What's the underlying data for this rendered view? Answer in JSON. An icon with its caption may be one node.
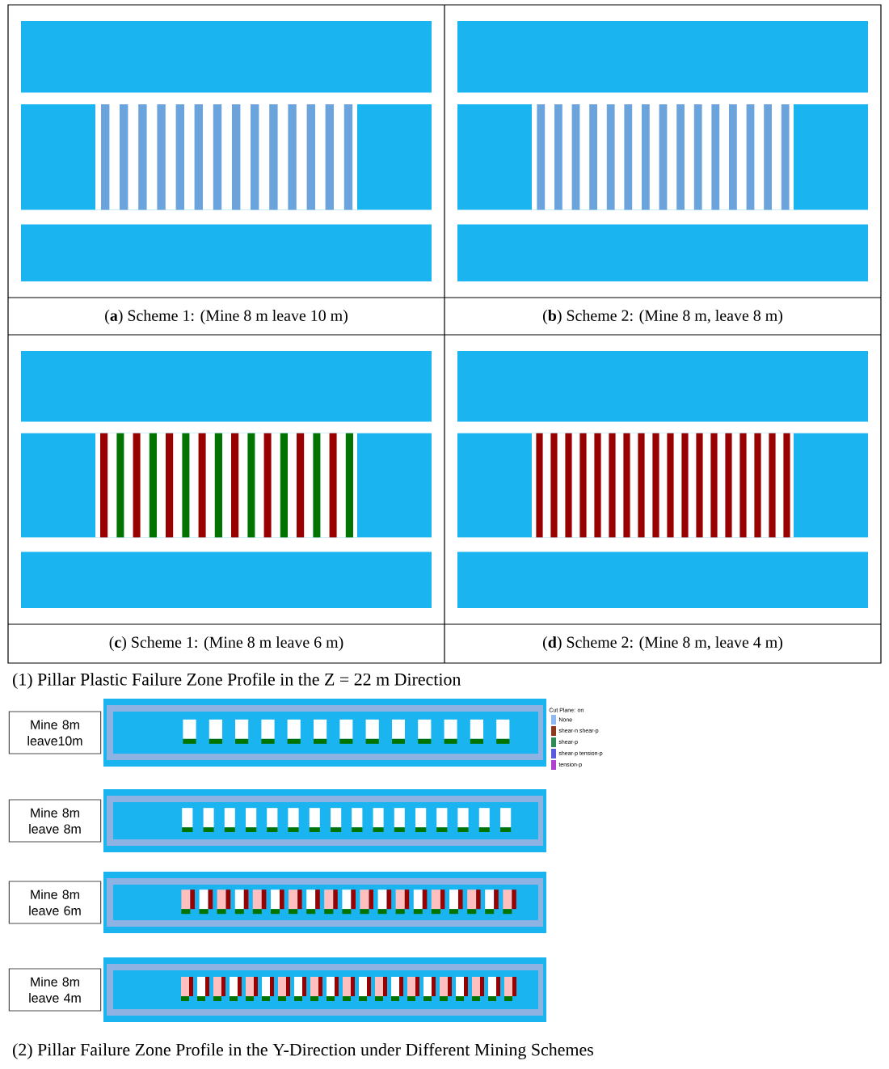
{
  "diagram": {
    "nodes": [
      {
        "text": [
          "Mine 8m leave10m"
        ]
      },
      {
        "text": [
          "Mine 8m leave 8m"
        ]
      },
      {
        "text": [
          "Mine 8m leave 6m"
        ]
      },
      {
        "text": [
          "Mine 8m leave 4m"
        ]
      }
    ],
    "labels": [
      "(**a**) Scheme 1: (Mine 8 m leave 10 m)",
      "(**b**) Scheme 2: (Mine 8 m, leave 8 m)",
      "(**c**) Scheme 1: (Mine 8 m leave 6 m)",
      "(**d**) Scheme 2: (Mine 8 m, leave 4 m)",
      "(1) Pillar Plastic Failure Zone Profile in the Z = 22 m Direction",
      "Cut Plane: on",
      "(2) Pillar Failure Zone Profile in the Y-Direction under Different Mining Schemes"
    ],
    "legend": [
      {
        "text": "None",
        "color": "#8fb8f0"
      },
      {
        "text": "shear-n shear-p",
        "color": "#8b3a1a"
      },
      {
        "text": "shear-p",
        "color": "#2e8b57"
      },
      {
        "text": "shear-p tension-p",
        "color": "#5a5ae0"
      },
      {
        "text": "tension-p",
        "color": "#b040d0"
      }
    ]
  }
}
